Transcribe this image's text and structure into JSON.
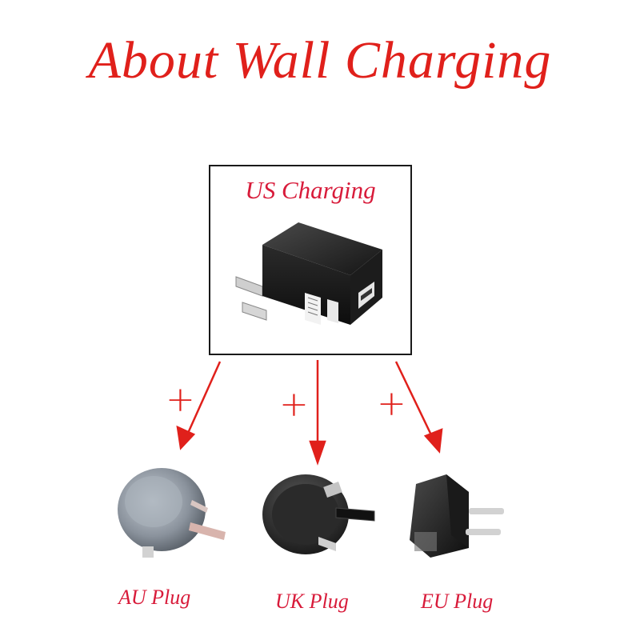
{
  "title": "About Wall Charging",
  "us_charging": {
    "label": "US Charging",
    "icon": "us-plug-adapter-icon"
  },
  "connector_symbol": "+",
  "plugs": [
    {
      "label": "AU Plug",
      "icon": "au-plug-icon"
    },
    {
      "label": "UK Plug",
      "icon": "uk-plug-icon"
    },
    {
      "label": "EU Plug",
      "icon": "eu-plug-icon"
    }
  ],
  "colors": {
    "title": "#e0201b",
    "labels": "#d81b3a",
    "arrows": "#e0201b"
  }
}
